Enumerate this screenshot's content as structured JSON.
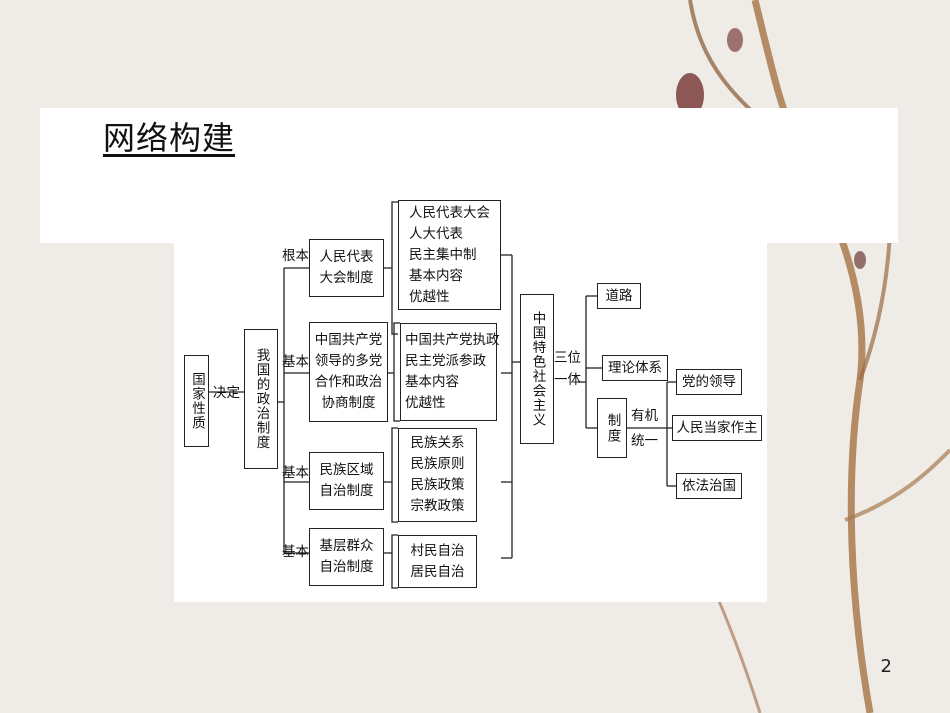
{
  "slide": {
    "title": "网络构建",
    "page_number": "2"
  },
  "diagram": {
    "root": "国家性质",
    "decides": "决定",
    "political_system": "我国的政治制度",
    "systems": [
      {
        "relation": "根本",
        "name_lines": [
          "人民代表",
          "大会制度"
        ],
        "details": [
          "人民代表大会",
          "人大代表",
          "民主集中制",
          "基本内容",
          "优越性"
        ]
      },
      {
        "relation": "基本",
        "name_lines": [
          "中国共产党",
          "领导的多党",
          "合作和政治",
          "协商制度"
        ],
        "details": [
          "中国共产党执政",
          "民主党派参政",
          "基本内容",
          "优越性"
        ]
      },
      {
        "relation": "基本",
        "name_lines": [
          "民族区域",
          "自治制度"
        ],
        "details": [
          "民族关系",
          "民族原则",
          "民族政策",
          "宗教政策"
        ]
      },
      {
        "relation": "基本",
        "name_lines": [
          "基层群众",
          "自治制度"
        ],
        "details": [
          "村民自治",
          "居民自治"
        ]
      }
    ],
    "socialism": "中国特色社会主义",
    "trinity": [
      "三位",
      "一体"
    ],
    "three": [
      "道路",
      "理论体系",
      "制度"
    ],
    "organic": [
      "有机",
      "统一"
    ],
    "unity": [
      "党的领导",
      "人民当家作主",
      "依法治国"
    ]
  },
  "colors": {
    "line": "#222222",
    "background": "#efece7"
  }
}
